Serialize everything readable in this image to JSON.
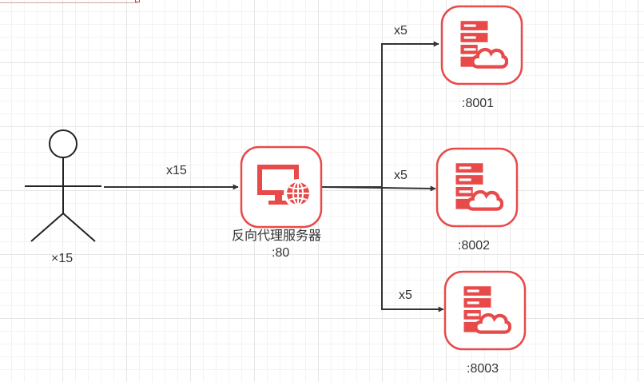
{
  "actor": {
    "count_label": "×15"
  },
  "edges": {
    "actor_to_proxy": "x15",
    "to_server_1": "x5",
    "to_server_2": "x5",
    "to_server_3": "x5"
  },
  "proxy": {
    "name": "反向代理服务器",
    "port": ":80"
  },
  "servers": [
    {
      "port": ":8001"
    },
    {
      "port": ":8002"
    },
    {
      "port": ":8003"
    }
  ],
  "colors": {
    "accent": "#e84a4a",
    "border": "#e84a4a",
    "line": "#333333",
    "grid": "#e6e6e6"
  },
  "icons": {
    "proxy": "monitor-globe-icon",
    "server": "server-cloud-icon",
    "actor": "stick-figure-icon"
  }
}
